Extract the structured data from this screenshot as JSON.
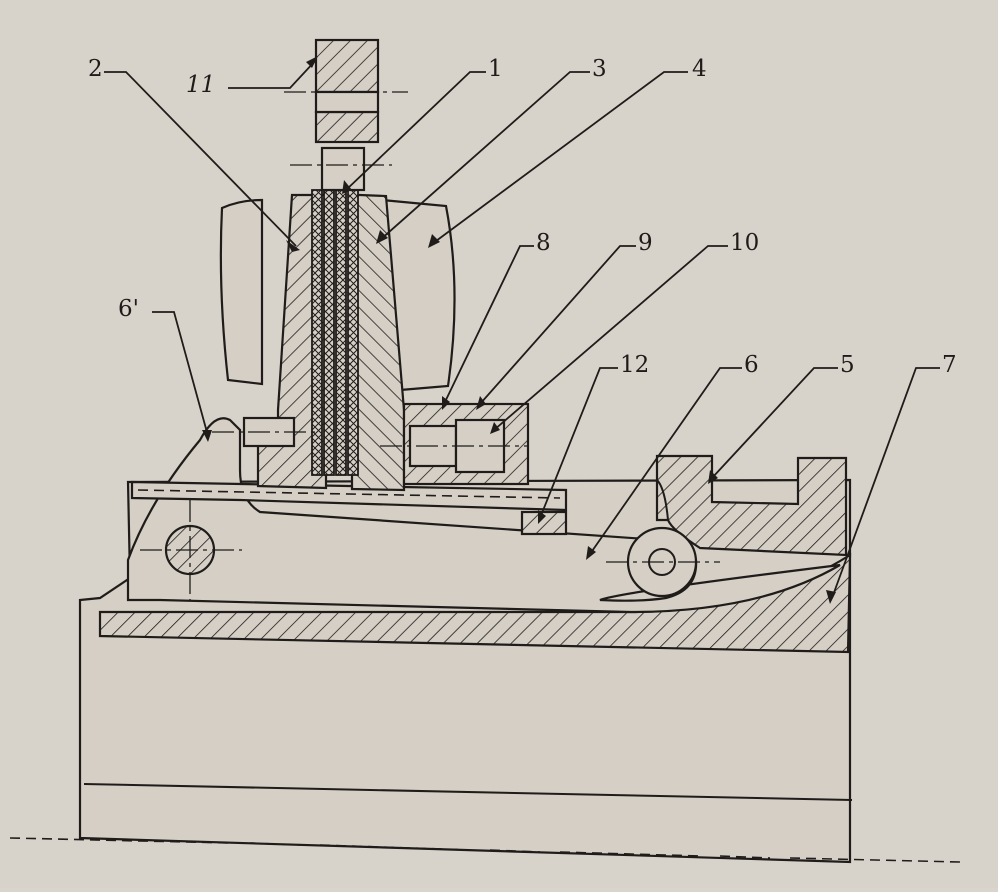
{
  "labels": {
    "l11": "11",
    "l1": "1",
    "l2": "2",
    "l3": "3",
    "l4": "4",
    "l8": "8",
    "l9": "9",
    "l10": "10",
    "l6p": "6'",
    "l12": "12",
    "l6": "6",
    "l5": "5",
    "l7": "7"
  }
}
